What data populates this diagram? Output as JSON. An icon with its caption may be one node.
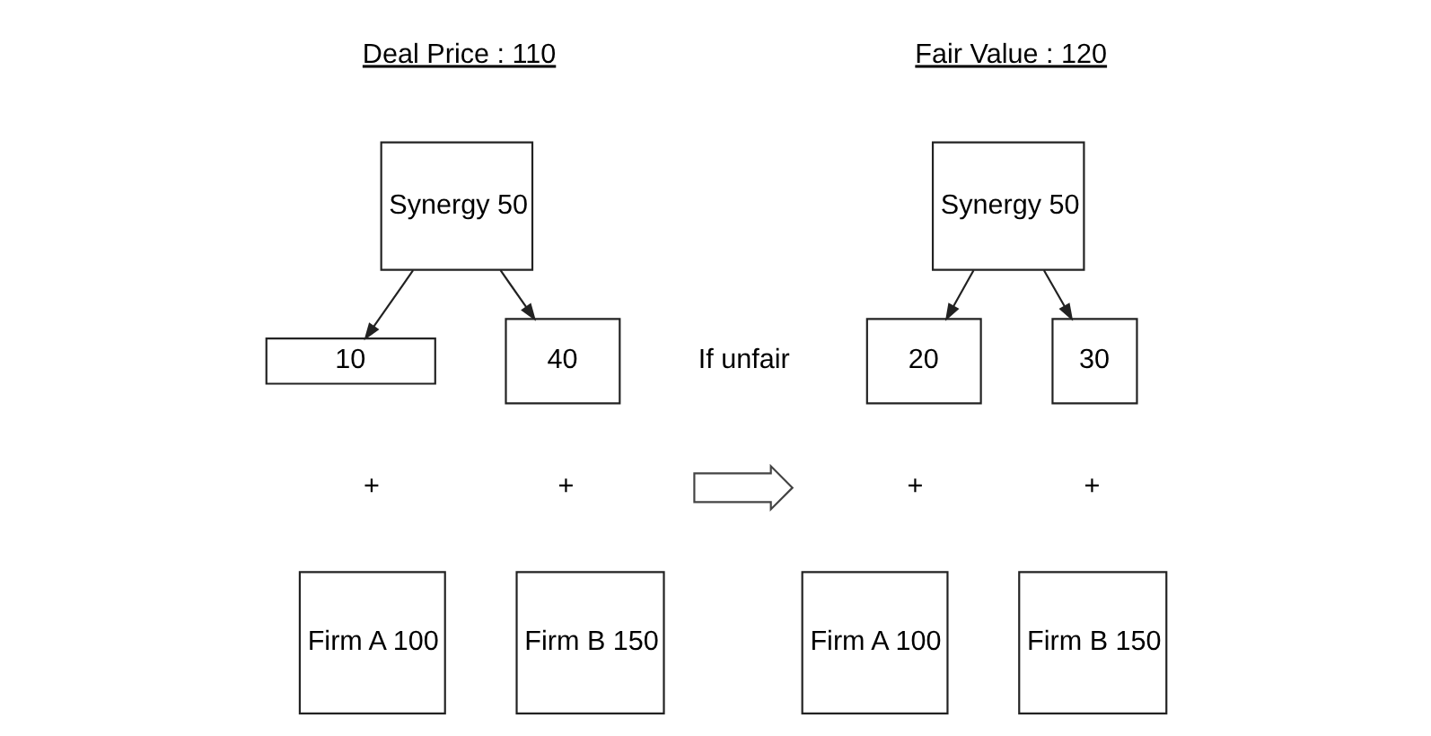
{
  "diagram": {
    "nodes": [
      {
        "text": [
          "Synergy 50"
        ]
      },
      {
        "text": [
          "10"
        ]
      },
      {
        "text": [
          "40"
        ]
      },
      {
        "text": [
          "Firm A 100"
        ]
      },
      {
        "text": [
          "Firm B 150"
        ]
      },
      {
        "text": [
          "Synergy 50"
        ]
      },
      {
        "text": [
          "20"
        ]
      },
      {
        "text": [
          "30"
        ]
      },
      {
        "text": [
          "Firm A 100"
        ]
      },
      {
        "text": [
          "Firm B 150"
        ]
      },
      {
        "text": [],
        "shape": "arrow"
      }
    ],
    "edges": [
      {
        "from": 0,
        "to": 1,
        "arrow": "to"
      },
      {
        "from": 0,
        "to": 2,
        "arrow": "to"
      },
      {
        "from": 5,
        "to": 6,
        "arrow": "to"
      },
      {
        "from": 5,
        "to": 7,
        "arrow": "to"
      }
    ],
    "labels": [
      "Deal Price : 110",
      "Fair Value : 120",
      "+",
      "+",
      "If unfair",
      "+",
      "+"
    ]
  }
}
